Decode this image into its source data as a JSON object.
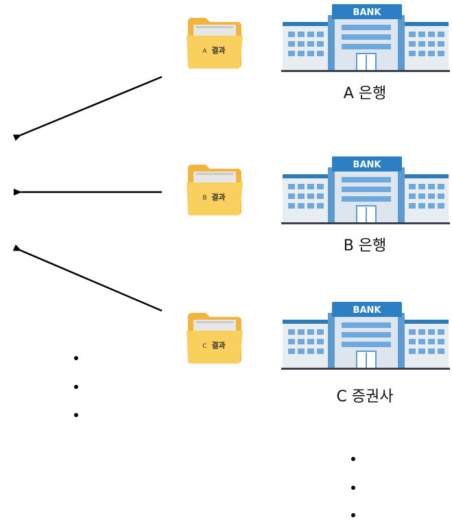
{
  "institutions": [
    {
      "label": "A 은행",
      "bank_sign": "BANK",
      "folder_prefix": "A",
      "folder_text": "결과"
    },
    {
      "label": "B 은행",
      "bank_sign": "BANK",
      "folder_prefix": "B",
      "folder_text": "결과"
    },
    {
      "label": "C 증권사",
      "bank_sign": "BANK",
      "folder_prefix": "C",
      "folder_text": "결과"
    }
  ],
  "colors": {
    "folder_back": "#F2B43A",
    "folder_front": "#F9CF5E",
    "paper": "#E6E6E6",
    "building_wall": "#E8EDF2",
    "building_center": "#DDE6EE",
    "window": "#6FA8DC",
    "roof_band": "#2D7BB8",
    "sign_bg": "#2B7FC2",
    "sign_text": "#ffffff",
    "base_line": "#3A3F4A",
    "arrow": "#000000"
  }
}
